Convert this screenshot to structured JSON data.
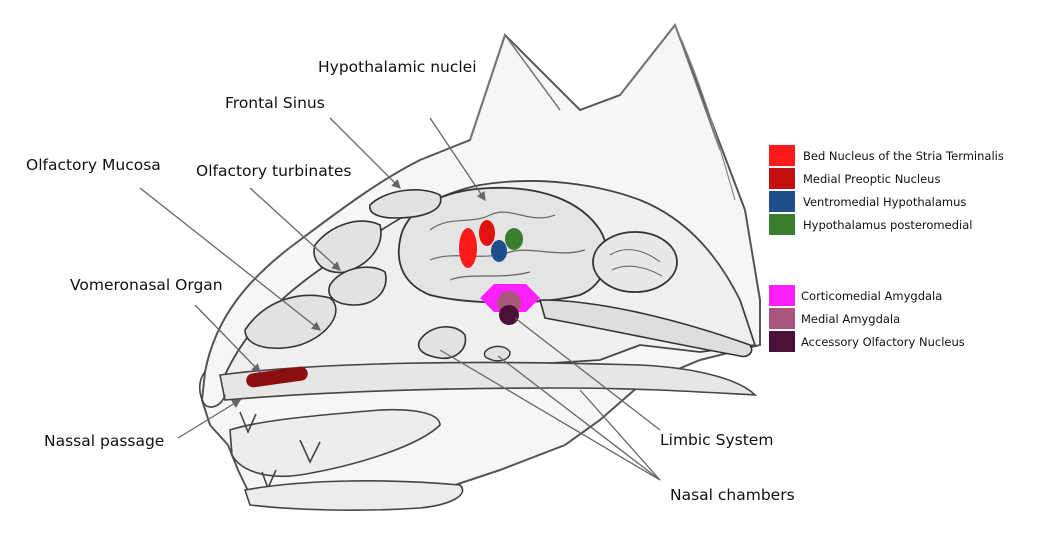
{
  "labels": {
    "hypothalamic_nuclei": "Hypothalamic nuclei",
    "frontal_sinus": "Frontal Sinus",
    "olfactory_mucosa": "Olfactory Mucosa",
    "olfactory_turbinates": "Olfactory turbinates",
    "vomeronasal_organ": "Vomeronasal Organ",
    "nasal_passage": "Nassal passage",
    "limbic_system": "Limbic System",
    "nasal_chambers": "Nasal chambers"
  },
  "legend": {
    "hypothalamus_group": [
      {
        "label": "Bed Nucleus of the Stria Terminalis",
        "color": "#ff1a1a"
      },
      {
        "label": "Medial Preoptic Nucleus",
        "color": "#c40f0f"
      },
      {
        "label": "Ventromedial Hypothalamus",
        "color": "#1f4e8c"
      },
      {
        "label": "Hypothalamus posteromedial",
        "color": "#3a7d2c"
      }
    ],
    "amygdala_group": [
      {
        "label": "Corticomedial Amygdala",
        "color": "#ff1fff"
      },
      {
        "label": "Medial Amygdala",
        "color": "#a8567a"
      },
      {
        "label": "Accessory Olfactory Nucleus",
        "color": "#4a1038"
      }
    ]
  },
  "colors": {
    "vomeronasal_organ_fill": "#8b0f0f",
    "outline": "#555555"
  }
}
